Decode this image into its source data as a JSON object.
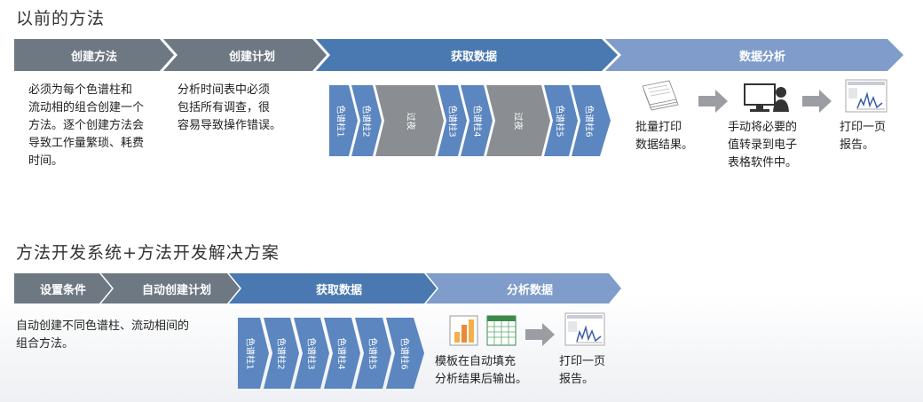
{
  "section1": {
    "title": "以前的方法",
    "stages": [
      "创建方法",
      "创建计划",
      "获取数据",
      "数据分析"
    ],
    "desc1": "必须为每个色谱柱和\n流动相的组合创建一个\n方法。逐个创建方法会\n导致工作量繁琐、耗费\n时间。",
    "desc2": "分析时间表中必须\n包括所有调查，很\n容易导致操作错误。",
    "columns": [
      "色谱柱1",
      "色谱柱2",
      "过夜",
      "色谱柱3",
      "色谱柱4",
      "过夜",
      "色谱柱5",
      "色谱柱6"
    ],
    "label_print": "批量打印\n数据结果。",
    "label_manual": "手动将必要的\n值转录到电子\n表格软件中。",
    "label_report": "打印一页\n报告。"
  },
  "section2": {
    "title": "方法开发系统+方法开发解决方案",
    "stages": [
      "设置条件",
      "自动创建计划",
      "获取数据",
      "分析数据"
    ],
    "desc1": "自动创建不同色谱柱、流动相间的\n组合方法。",
    "columns": [
      "色谱柱1",
      "色谱柱2",
      "色谱柱3",
      "色谱柱4",
      "色谱柱5",
      "色谱柱6"
    ],
    "label_template": "模板在自动填充\n分析结果后输出。",
    "label_report": "打印一页\n报告。"
  },
  "colors": {
    "gray_stage": "#6d7883",
    "blue_stage": "#4a78b0",
    "light_blue_stage": "#7f9cca",
    "column_blue": "#5b86c0",
    "column_gray": "#8a8d91",
    "arrow_gray": "#9a9da1"
  }
}
